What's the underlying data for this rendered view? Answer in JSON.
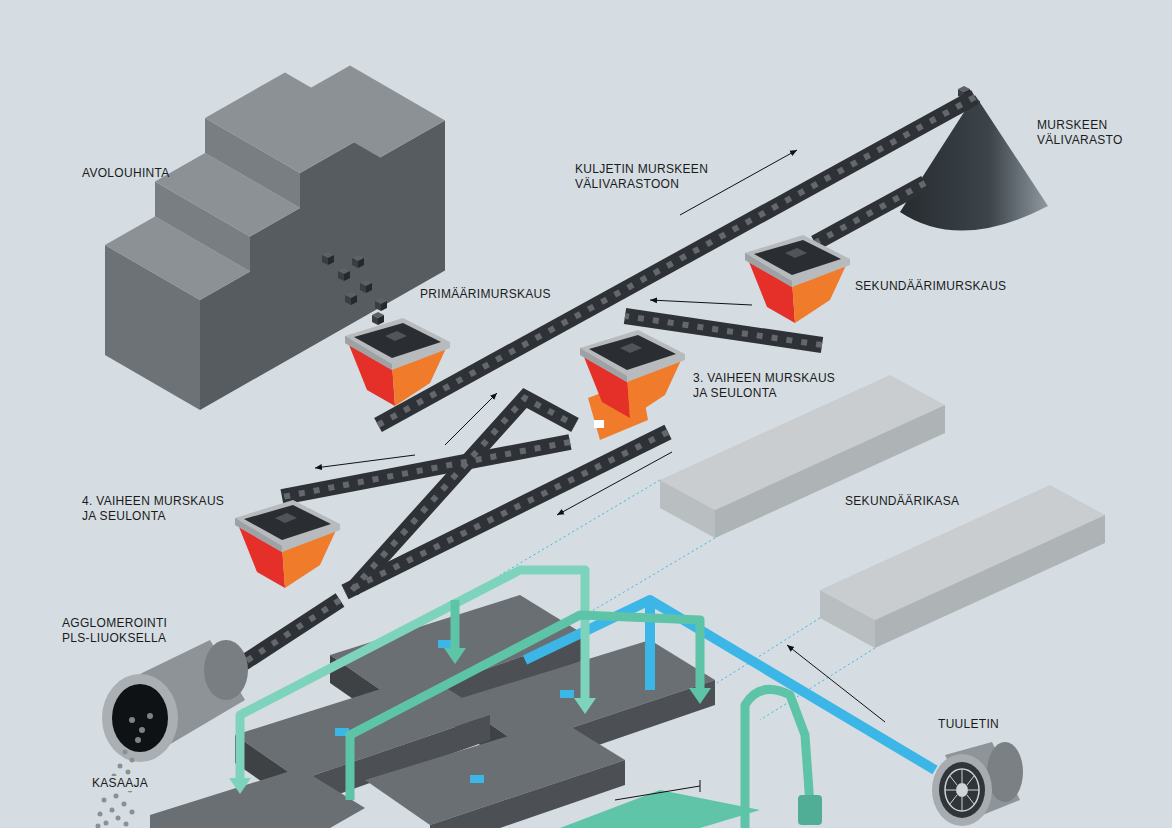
{
  "diagram": {
    "labels": [
      "AVOLOUHINTA",
      "KULJETIN MURSKEEN VÄLIVARASTOON",
      "MURSKEEN VÄLIVARASTO",
      "PRIMÄÄRIMURSKAUS",
      "SEKUNDÄÄRIMURSKAUS",
      "3. VAIHEEN MURSKAUS JA SEULONTA",
      "4. VAIHEEN MURSKAUS JA SEULONTA",
      "SEKUNDÄÄRIKASA",
      "AGGLOMEROINTI PLS-LIUOKSELLA",
      "KASAAJA",
      "TUULETIN"
    ]
  }
}
